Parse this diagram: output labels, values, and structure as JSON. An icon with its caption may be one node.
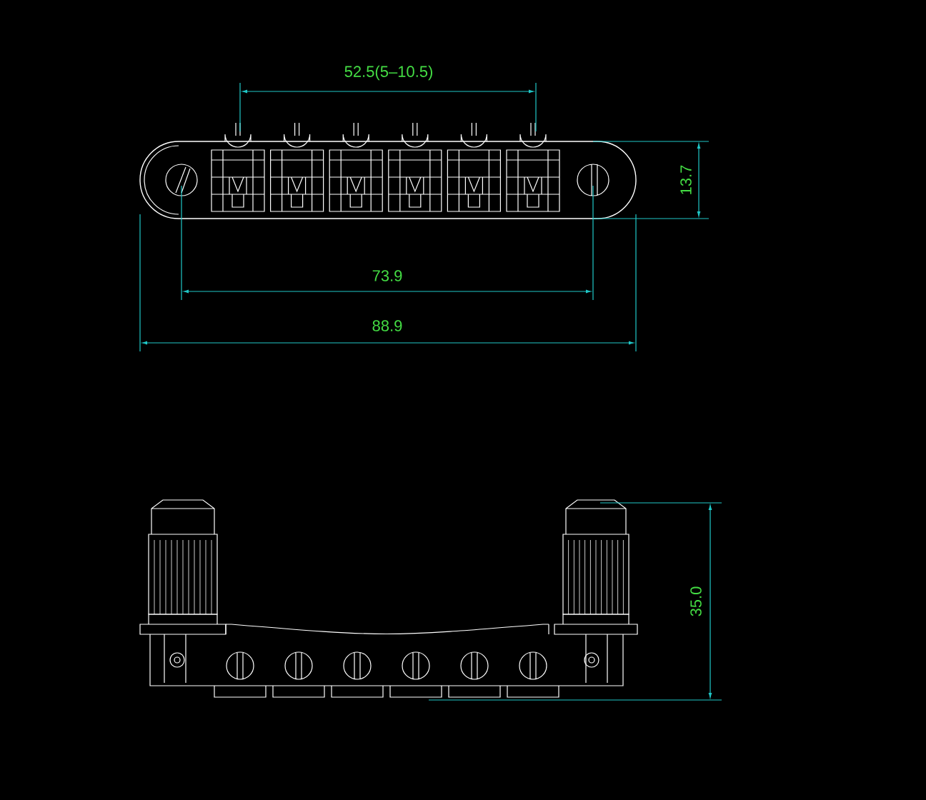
{
  "diagram": {
    "labels": [
      "52.5(5–10.5)",
      "13.7",
      "73.9",
      "88.9",
      "35.0"
    ]
  }
}
